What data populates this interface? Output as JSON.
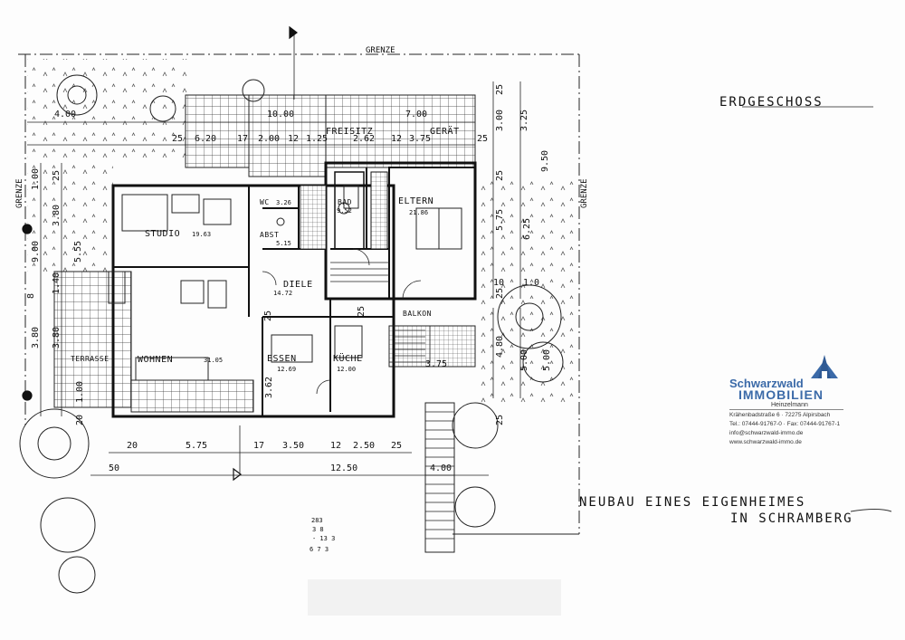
{
  "sheet": {
    "title": "ERDGESCHOSS",
    "project_line1": "NEUBAU EINES EIGENHEIMES",
    "project_line2": "IN SCHRAMBERG",
    "scribble": [
      "283",
      "3 8",
      "- 13 3",
      "6 7 3"
    ]
  },
  "boundary": {
    "label_top": "GRENZE",
    "label_left": "GRENZE",
    "label_right": "GRENZE"
  },
  "rooms": [
    {
      "name": "STUDIO",
      "area": "19.63"
    },
    {
      "name": "WOHNEN",
      "area": "31.05"
    },
    {
      "name": "ESSEN",
      "area": "12.69"
    },
    {
      "name": "KÜCHE",
      "area": "12.00"
    },
    {
      "name": "DIELE",
      "area": "14.72"
    },
    {
      "name": "ELTERN",
      "area": "21.86"
    },
    {
      "name": "BAD",
      "area": "9.52"
    },
    {
      "name": "WC",
      "area": "3.26"
    },
    {
      "name": "ABST",
      "area": "5.15"
    },
    {
      "name": "FREISITZ",
      "area": ""
    },
    {
      "name": "GERÄT",
      "area": ""
    },
    {
      "name": "TERRASSE",
      "area": ""
    },
    {
      "name": "BALKON",
      "area": ""
    }
  ],
  "dimensions": {
    "top_row1": [
      "4.00",
      "10.00",
      "7.00"
    ],
    "top_row2": [
      "25",
      "6.20",
      "17",
      "2.00",
      "12",
      "1.25",
      "2.62",
      "12",
      "3.75",
      "25"
    ],
    "bottom_row1": [
      "20",
      "5.75",
      "17",
      "3.50",
      "12",
      "2.50",
      "25"
    ],
    "bottom_row2": [
      "50",
      "12.50",
      "4.00"
    ],
    "left_outer": [
      "1.00",
      "9.00",
      "3.80"
    ],
    "left_inner": [
      "25",
      "3.80",
      "5.55",
      "1.40",
      "8",
      "3.80",
      "1.00",
      "20"
    ],
    "right_inner": [
      "25",
      "3.00",
      "3.25",
      "25",
      "5.75",
      "6.25",
      "25",
      "4.80",
      "5.00",
      "25"
    ],
    "right_outer": [
      "9.50",
      "5.00"
    ],
    "misc": [
      "3.75",
      "3.62",
      "25",
      "25",
      "1.0",
      "10"
    ]
  },
  "stamp": {
    "brand_line1": "Schwarzwald",
    "brand_line2": "IMMOBILIEN",
    "brand_line3": "Heinzelmann",
    "address": "Krähenbadstraße 6 · 72275 Alpirsbach",
    "phone": "Tel.: 07444-91767-0 · Fax: 07444-91767-1",
    "email": "info@schwarzwald-immo.de",
    "web": "www.schwarzwald-immo.de"
  },
  "colors": {
    "ink": "#1a1a1a",
    "brand": "#3b6aa8",
    "paper": "#fdfdfd"
  }
}
